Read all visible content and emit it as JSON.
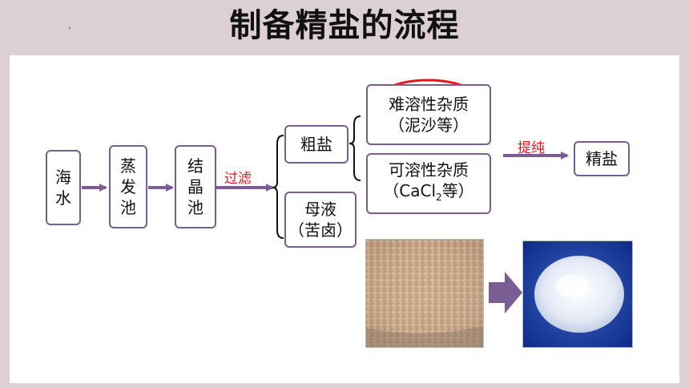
{
  "title": "制备精盐的流程",
  "flow": {
    "haishui": [
      "海",
      "水"
    ],
    "zhengfachi": [
      "蒸",
      "发",
      "池"
    ],
    "jiejingchi": [
      "结",
      "晶",
      "池"
    ],
    "guolv_label": "过滤",
    "cuyan": "粗盐",
    "muye_line1": "母液",
    "muye_line2": "（苦卤）",
    "nanrong_line1": "难溶性杂质",
    "nanrong_line2": "（泥沙等）",
    "kerong_line1": "可溶性杂质",
    "kerong_line2_a": "（CaCl",
    "kerong_line2_sub": "2",
    "kerong_line2_b": "等）",
    "tichun_label": "提纯",
    "jingyan": "精盐"
  },
  "colors": {
    "box_border": "#7a5e93",
    "arrow": "#7a5e93",
    "red": "#e8141e",
    "background": "#ddd0d4"
  },
  "images": {
    "crude_salt": "crude-salt-photo",
    "refined_salt": "refined-salt-photo"
  }
}
